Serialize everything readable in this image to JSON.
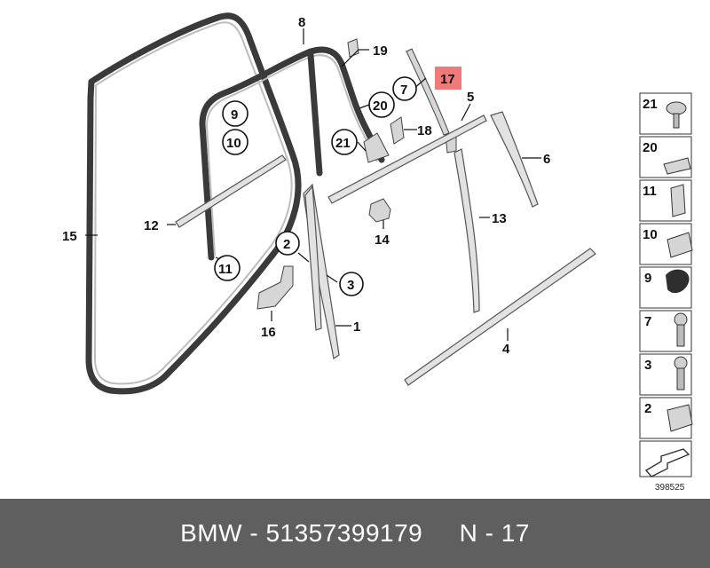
{
  "labels": {
    "l1": "1",
    "l2": "2",
    "l3": "3",
    "l4": "4",
    "l5": "5",
    "l6": "6",
    "l7": "7",
    "l8": "8",
    "l9": "9",
    "l10": "10",
    "l11": "11",
    "l12": "12",
    "l13": "13",
    "l14": "14",
    "l15": "15",
    "l16": "16",
    "l17": "17",
    "l18": "18",
    "l19": "19",
    "l20": "20",
    "l21": "21"
  },
  "sidebar": {
    "items": [
      "21",
      "20",
      "11",
      "10",
      "9",
      "7",
      "3",
      "2"
    ],
    "diagram_number": "398525"
  },
  "highlight_color": "#f07a7a",
  "footer": {
    "brand": "BMW",
    "sep1": " - ",
    "part_number": "51357399179",
    "gap": "     ",
    "position": "N - 17"
  }
}
